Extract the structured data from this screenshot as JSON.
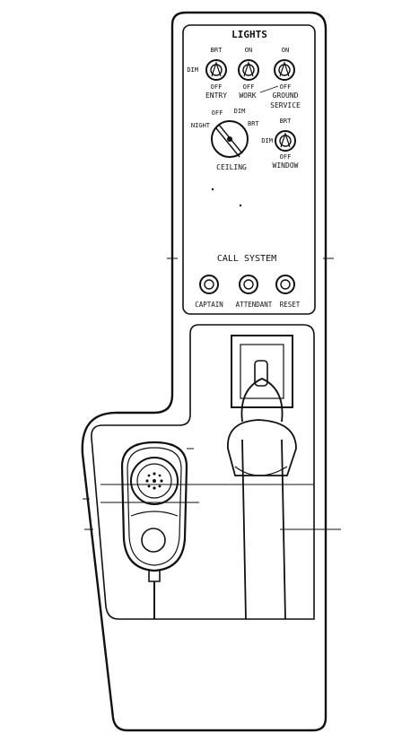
{
  "colors": {
    "ink": "#111111",
    "background": "#ffffff"
  },
  "lights": {
    "title": "LIGHTS",
    "entry": {
      "up": "BRT",
      "left": "DIM",
      "down": "OFF",
      "name": "ENTRY"
    },
    "work": {
      "up": "ON",
      "down": "OFF",
      "name": "WORK"
    },
    "ground": {
      "up": "ON",
      "down": "OFF",
      "name1": "GROUND",
      "name2": "SERVICE"
    },
    "ceiling": {
      "off": "OFF",
      "dim": "DIM",
      "night": "NIGHT",
      "brt": "BRT",
      "name": "CEILING"
    },
    "window": {
      "up": "BRT",
      "left": "DIM",
      "down": "OFF",
      "name": "WINDOW"
    }
  },
  "call_system": {
    "title": "CALL SYSTEM",
    "buttons": [
      "CAPTAIN",
      "ATTENDANT",
      "RESET"
    ]
  },
  "icons": [
    "toggle-switch-icon",
    "rotary-knob-icon",
    "push-button-icon",
    "hand-microphone-icon",
    "control-handle-icon"
  ]
}
